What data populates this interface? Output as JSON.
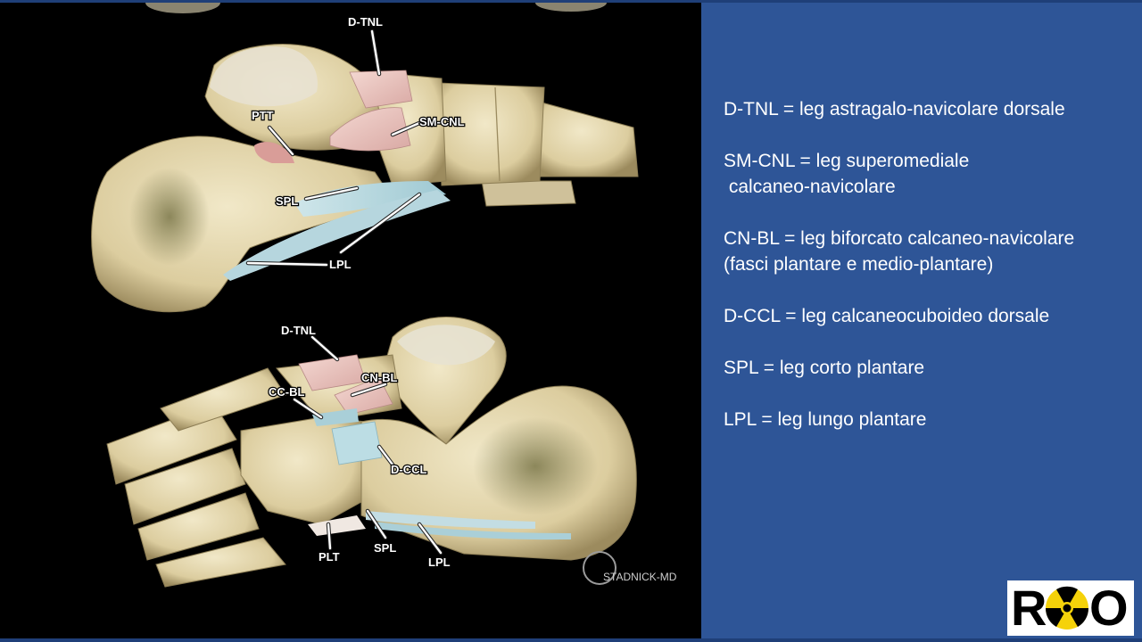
{
  "figure": {
    "labels_top": [
      "D-TNL",
      "PTT",
      "SM-CNL",
      "SPL",
      "LPL"
    ],
    "labels_bottom": [
      "D-TNL",
      "CC-BL",
      "CN-BL",
      "D-CCL",
      "PLT",
      "SPL",
      "LPL"
    ],
    "watermark": "STADNICK-MD"
  },
  "legend": [
    {
      "text": "D-TNL = leg astragalo-navicolare dorsale"
    },
    {
      "text": "SM-CNL = leg superomediale\n calcaneo-navicolare"
    },
    {
      "text": "CN-BL = leg biforcato calcaneo-navicolare\n(fasci plantare e medio-plantare)"
    },
    {
      "text": "D-CCL = leg calcaneocuboideo dorsale"
    },
    {
      "text": "SPL = leg corto plantare"
    },
    {
      "text": "LPL = leg lungo plantare"
    }
  ],
  "logo": {
    "letters": [
      "R",
      "O"
    ],
    "center_icon": "radiation-trefoil-icon"
  },
  "colors": {
    "background": "#2e5597",
    "figure_bg": "#000000",
    "bone": "#e8dcb8",
    "ligament_pink": "#ecc6c0",
    "ligament_blue": "#b9d8e0"
  }
}
